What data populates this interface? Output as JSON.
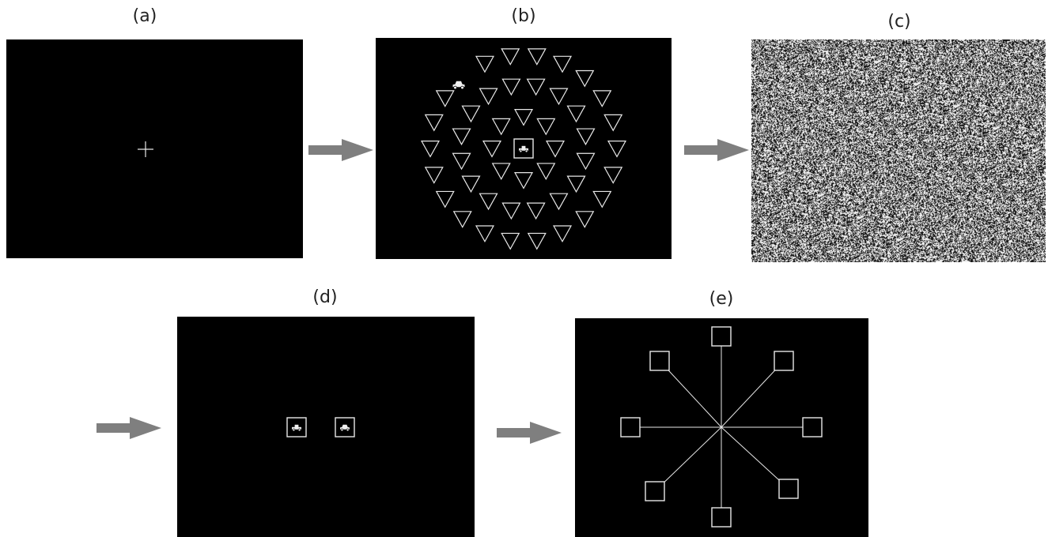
{
  "panels": [
    {
      "id": "a",
      "label": "(a)",
      "content": "fixation cross"
    },
    {
      "id": "b",
      "label": "(b)",
      "content": "search array: inverted triangles with car targets"
    },
    {
      "id": "c",
      "label": "(c)",
      "content": "noise mask"
    },
    {
      "id": "d",
      "label": "(d)",
      "content": "two boxed car probes"
    },
    {
      "id": "e",
      "label": "(e)",
      "content": "eight response boxes connected to center"
    }
  ],
  "colors": {
    "screen": "#000000",
    "stroke": "#e8e8e8",
    "arrow": "#7f7f7f"
  }
}
